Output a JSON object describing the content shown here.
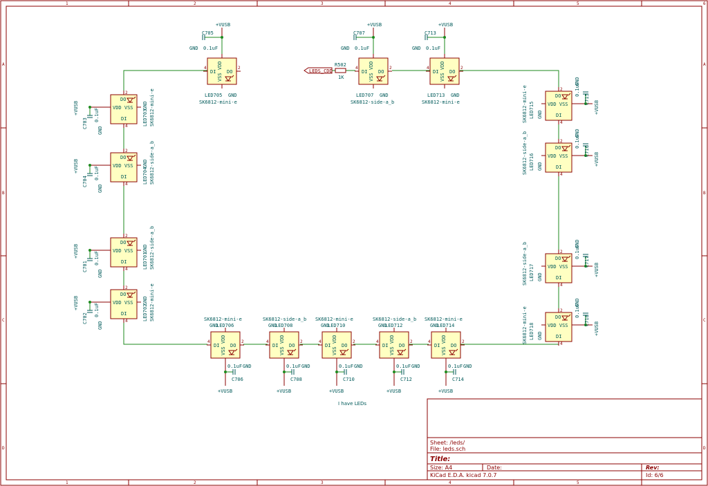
{
  "colors": {
    "frame": "#8b0000",
    "wire": "#1e8a1e",
    "text": "#005a5a",
    "body": "#ffffc2"
  },
  "grid_labels": {
    "cols": [
      "1",
      "2",
      "3",
      "4",
      "5",
      "6"
    ],
    "rows": [
      "A",
      "B",
      "C",
      "D"
    ]
  },
  "power": {
    "vusb": "+VUSB",
    "gnd": "GND"
  },
  "cap_value": "0.1uF",
  "global_label": "LEDS_CDD",
  "resistor": {
    "ref": "R502",
    "value": "1K"
  },
  "leds": [
    {
      "ref": "LED705",
      "part": "SK6812-mini-e",
      "cap": "C705"
    },
    {
      "ref": "LED707",
      "part": "SK6812-side-a_b",
      "cap": "C707"
    },
    {
      "ref": "LED713",
      "part": "SK6812-mini-e",
      "cap": "C713"
    },
    {
      "ref": "LED703",
      "part": "SK6812-mini-e",
      "cap": "C703"
    },
    {
      "ref": "LED704",
      "part": "SK6812-side-a_b",
      "cap": "C704"
    },
    {
      "ref": "LED701",
      "part": "SK6812-side-a_b",
      "cap": "C701"
    },
    {
      "ref": "LED702",
      "part": "SK6812-mini-e",
      "cap": "C702"
    },
    {
      "ref": "LED706",
      "part": "SK6812-mini-e",
      "cap": "C706"
    },
    {
      "ref": "LED708",
      "part": "SK6812-side-a_b",
      "cap": "C708"
    },
    {
      "ref": "LED710",
      "part": "SK6812-mini-e",
      "cap": "C710"
    },
    {
      "ref": "LED712",
      "part": "SK6812-side-a_b",
      "cap": "C712"
    },
    {
      "ref": "LED714",
      "part": "SK6812-mini-e",
      "cap": "C714"
    },
    {
      "ref": "LED715",
      "part": "SK6812-mini-e",
      "cap": "C715"
    },
    {
      "ref": "LED716",
      "part": "SK6812-side-a_b",
      "cap": "C716"
    },
    {
      "ref": "LED717",
      "part": "SK6812-side-a_b",
      "cap": "C717"
    },
    {
      "ref": "LED718",
      "part": "SK6812-mini-e",
      "cap": "C718"
    }
  ],
  "pins": {
    "di": "DI",
    "do": "DO",
    "vdd": "VDD",
    "vss": "VSS"
  },
  "note": "I have LEDs",
  "title_block": {
    "sheet": "Sheet: /leds/",
    "file": "File: leds.sch",
    "title_label": "Title:",
    "size": "Size: A4",
    "date": "Date:",
    "rev": "Rev:",
    "kicad": "KiCad E.D.A.  kicad 7.0.7",
    "id": "Id: 6/6"
  }
}
